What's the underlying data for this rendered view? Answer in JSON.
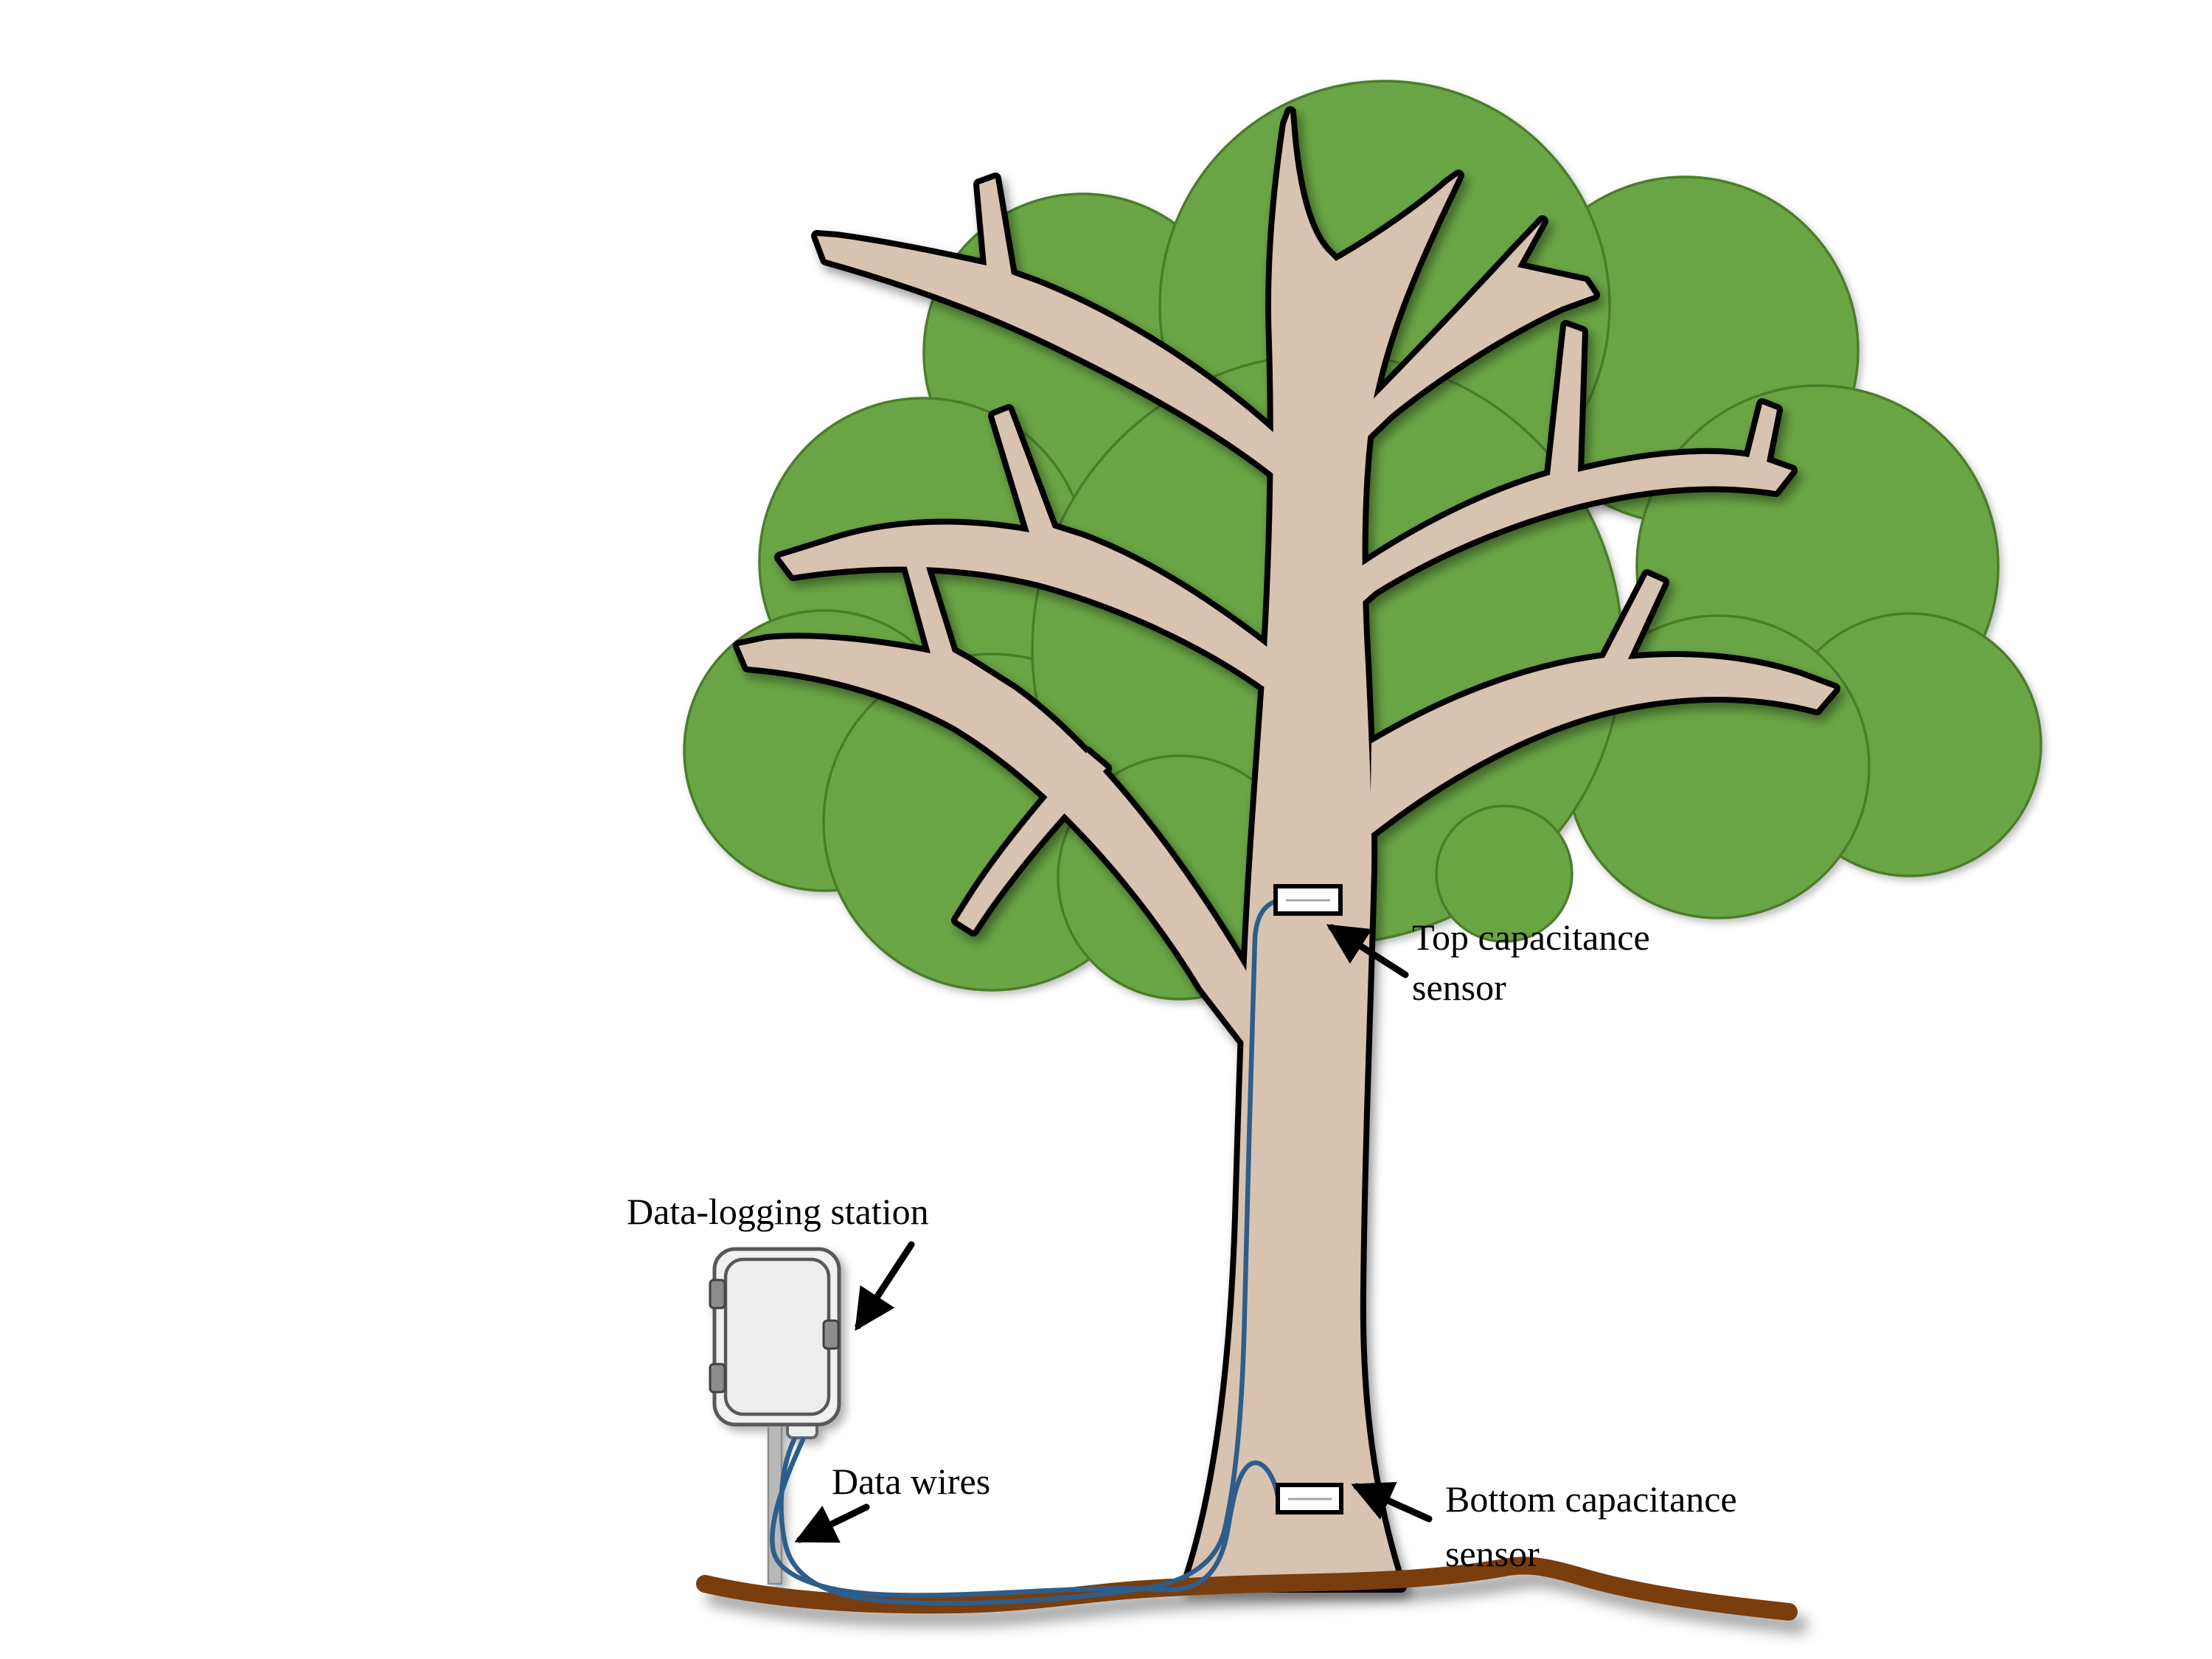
{
  "diagram": {
    "labels": {
      "station": "Data-logging station",
      "wires": "Data wires",
      "top_sensor_line1": "Top capacitance",
      "top_sensor_line2": "sensor",
      "bottom_sensor_line1": "Bottom capacitance",
      "bottom_sensor_line2": "sensor"
    },
    "colors": {
      "canopy_fill": "#6aa544",
      "canopy_stroke": "#4c7d2b",
      "wood_fill": "#d8c3b0",
      "wood_outline": "#000000",
      "wire_blue": "#2d5e8b",
      "ground_brown": "#7a3e10",
      "station_fill": "#f1f1f1",
      "station_stroke": "#595959",
      "hinge_gray": "#8c8c8c",
      "pole_gray": "#b8b8b8",
      "sensor_fill": "#ffffff",
      "sensor_outline": "#000000",
      "label_text": "#000000"
    }
  }
}
